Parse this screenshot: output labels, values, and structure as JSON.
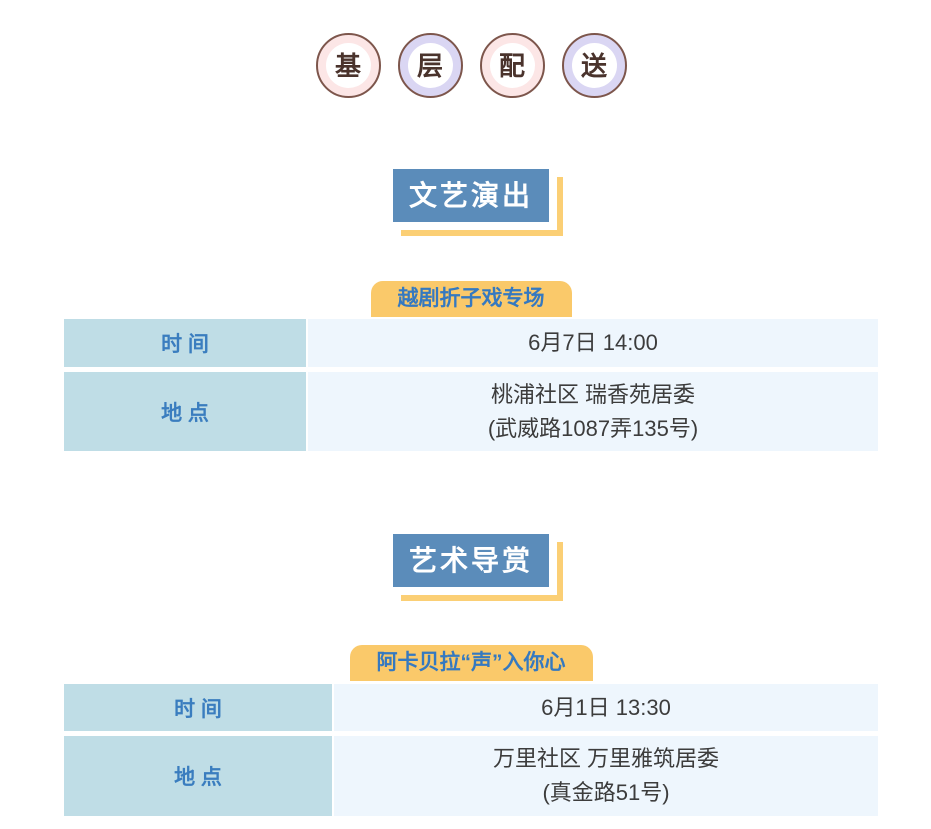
{
  "header_badges": {
    "items": [
      {
        "char": "基",
        "ring": "pink"
      },
      {
        "char": "层",
        "ring": "lavender"
      },
      {
        "char": "配",
        "ring": "pink"
      },
      {
        "char": "送",
        "ring": "lavender"
      }
    ]
  },
  "colors": {
    "badge_ring_pink": "#fce6e6",
    "badge_ring_lavender": "#dad6f3",
    "badge_border": "#7d564c",
    "badge_text": "#4a332c",
    "section_title_bg": "#5b8cba",
    "section_title_text": "#ffffff",
    "accent_yellow_line": "#fbcf75",
    "pill_bg": "#fac96a",
    "pill_text": "#3579c0",
    "label_cell_bg": "#bfdde6",
    "label_text": "#3a7dbf",
    "value_cell_bg": "#eef6fd",
    "value_text": "#3c3c3c"
  },
  "sections": [
    {
      "title": "文艺演出",
      "event": {
        "name": "越剧折子戏专场",
        "rows": [
          {
            "label": "时  间",
            "lines": [
              "6月7日 14:00"
            ]
          },
          {
            "label": "地  点",
            "lines": [
              "桃浦社区 瑞香苑居委",
              "(武威路1087弄135号)"
            ]
          }
        ]
      }
    },
    {
      "title": "艺术导赏",
      "event": {
        "name": "阿卡贝拉“声”入你心",
        "rows": [
          {
            "label": "时  间",
            "lines": [
              "6月1日 13:30"
            ]
          },
          {
            "label": "地  点",
            "lines": [
              "万里社区 万里雅筑居委",
              "(真金路51号)"
            ]
          }
        ]
      }
    }
  ]
}
